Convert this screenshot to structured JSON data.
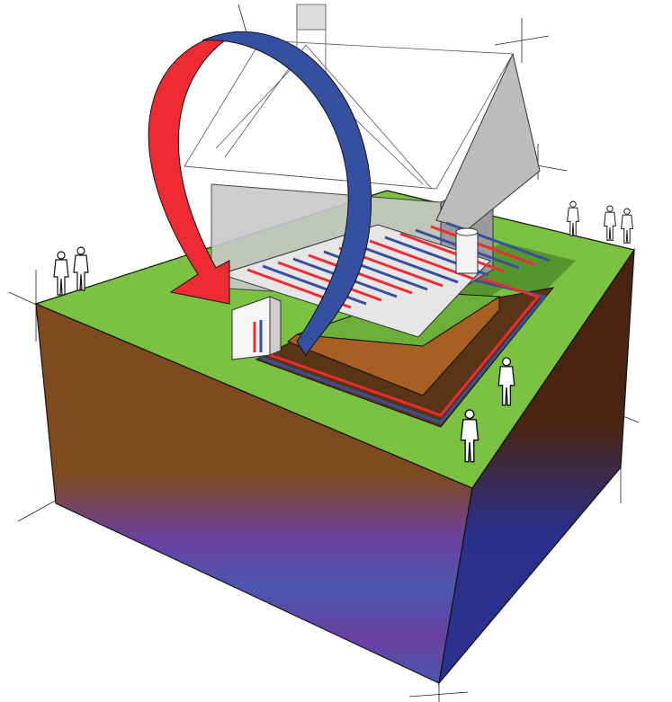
{
  "colors": {
    "grass": "#7cc242",
    "soil": "#7f4a1e",
    "soil_dark": "#4a2410",
    "deep": "#4a57b0",
    "warm_arrow": "#ee2b33",
    "cool_arrow": "#3550a0",
    "wall": "#c8c8c8",
    "trench": "#a85f22"
  },
  "icons": [
    "person-icon",
    "heat-pump-unit",
    "water-tank",
    "underfloor-heating-coil",
    "ground-loop-pipe",
    "air-flow-arrow"
  ]
}
